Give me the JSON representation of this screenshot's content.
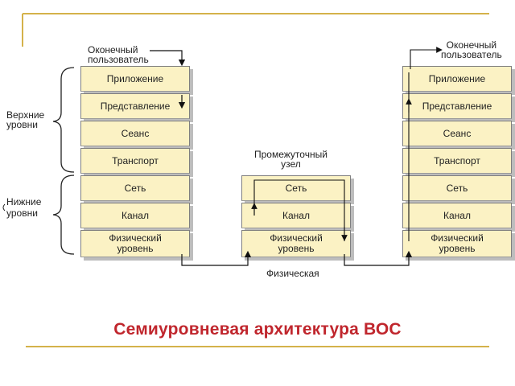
{
  "diagram": {
    "end_user_left": [
      "Оконечный",
      "пользователь"
    ],
    "end_user_right": [
      "Оконечный",
      "пользователь"
    ],
    "intermediate_node": [
      "Промежуточный",
      "узел"
    ],
    "upper_levels": [
      "Верхние",
      "уровни"
    ],
    "lower_levels": [
      "Нижние",
      "уровни"
    ],
    "physical_link": "Физическая",
    "layers": {
      "application": "Приложение",
      "presentation": "Представление",
      "session": "Сеанс",
      "transport": "Транспорт",
      "network": "Сеть",
      "datalink": "Канал",
      "physical": [
        "Физический",
        "уровень"
      ]
    }
  },
  "title": "Семиуровневая архитектура ВОС",
  "colors": {
    "title": "#c0262d",
    "box_fill": "#fbf2c4",
    "frame_line": "#d4b24a"
  }
}
